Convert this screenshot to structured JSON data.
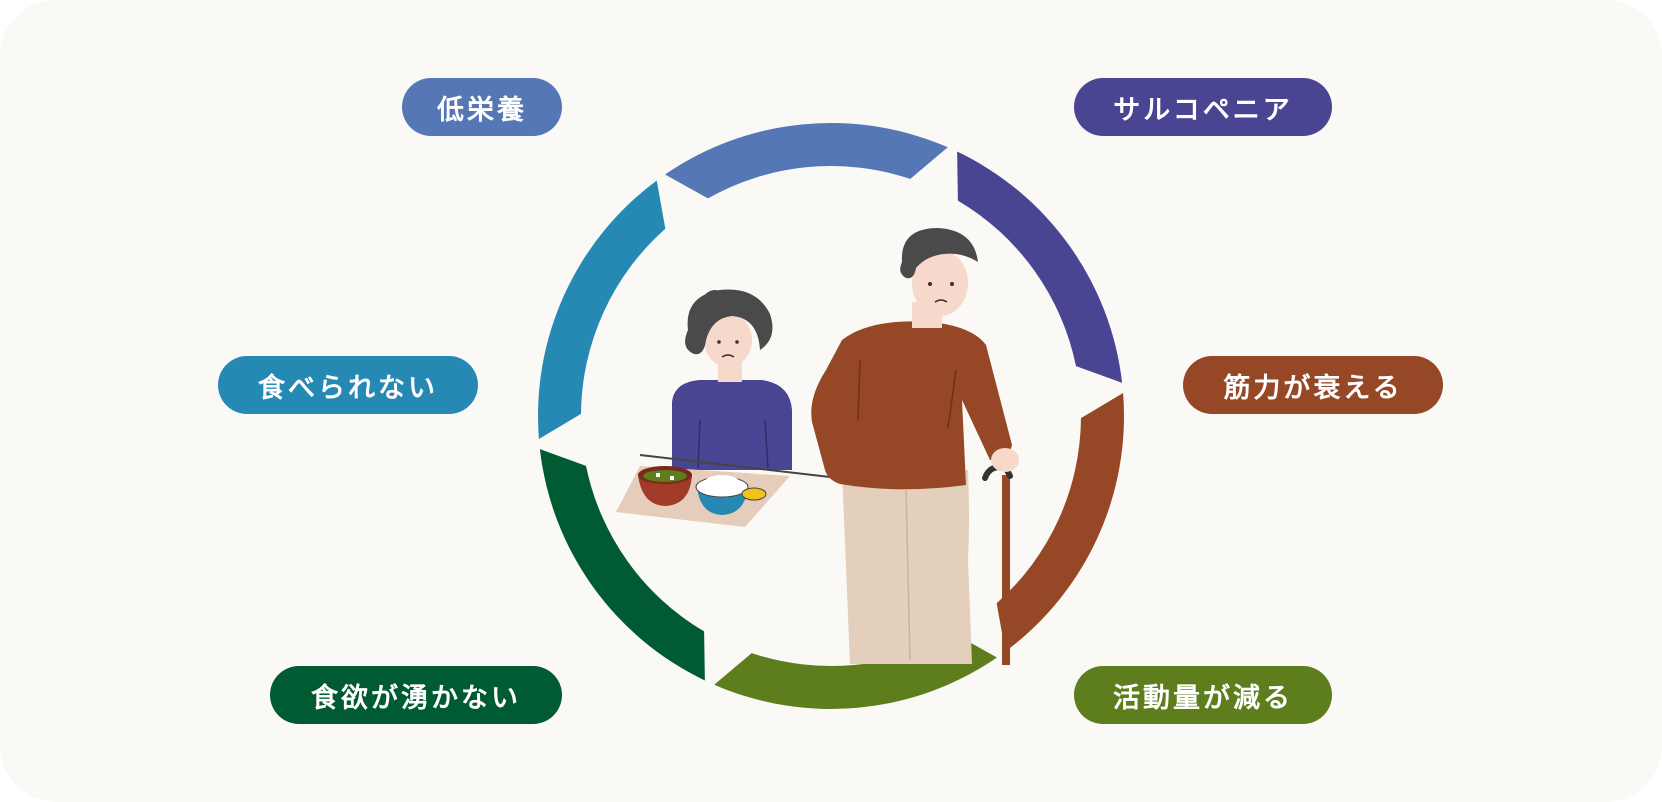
{
  "diagram": {
    "type": "cycle",
    "stages": [
      {
        "id": "malnutrition",
        "label": "低栄養",
        "color": "#5577b5"
      },
      {
        "id": "sarcopenia",
        "label": "サルコペニア",
        "color": "#4a4592"
      },
      {
        "id": "muscle-decline",
        "label": "筋力が衰える",
        "color": "#954726"
      },
      {
        "id": "less-activity",
        "label": "活動量が減る",
        "color": "#5e7d1d"
      },
      {
        "id": "no-appetite",
        "label": "食欲が湧かない",
        "color": "#005a32"
      },
      {
        "id": "cannot-eat",
        "label": "食べられない",
        "color": "#2689b4"
      }
    ]
  },
  "illustration": {
    "people": [
      "elderly-woman-at-table",
      "elderly-man-with-cane"
    ],
    "meal": [
      "miso-soup-bowl",
      "rice-bowl",
      "side-dish"
    ]
  }
}
